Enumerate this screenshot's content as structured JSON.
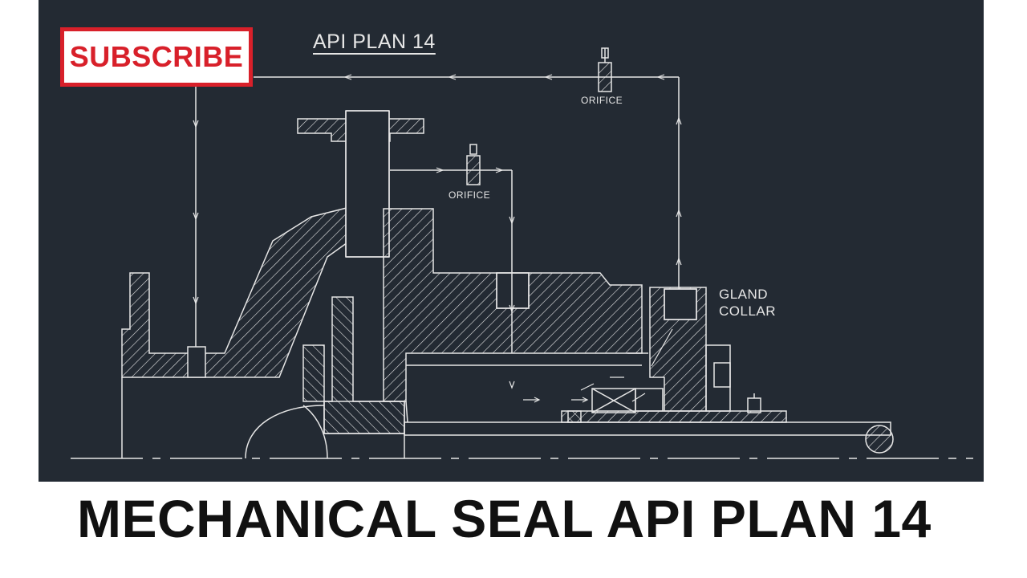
{
  "badge": {
    "label": "SUBSCRIBE",
    "color": "#d8202a"
  },
  "drawing": {
    "title": "API PLAN 14",
    "orifice_upper": "ORIFICE",
    "orifice_lower": "ORIFICE",
    "gland_label_line1": "GLAND",
    "gland_label_line2": "COLLAR",
    "background_color": "#232a33",
    "line_color": "#e6e6e6"
  },
  "caption": {
    "text": "MECHANICAL SEAL API PLAN 14"
  }
}
